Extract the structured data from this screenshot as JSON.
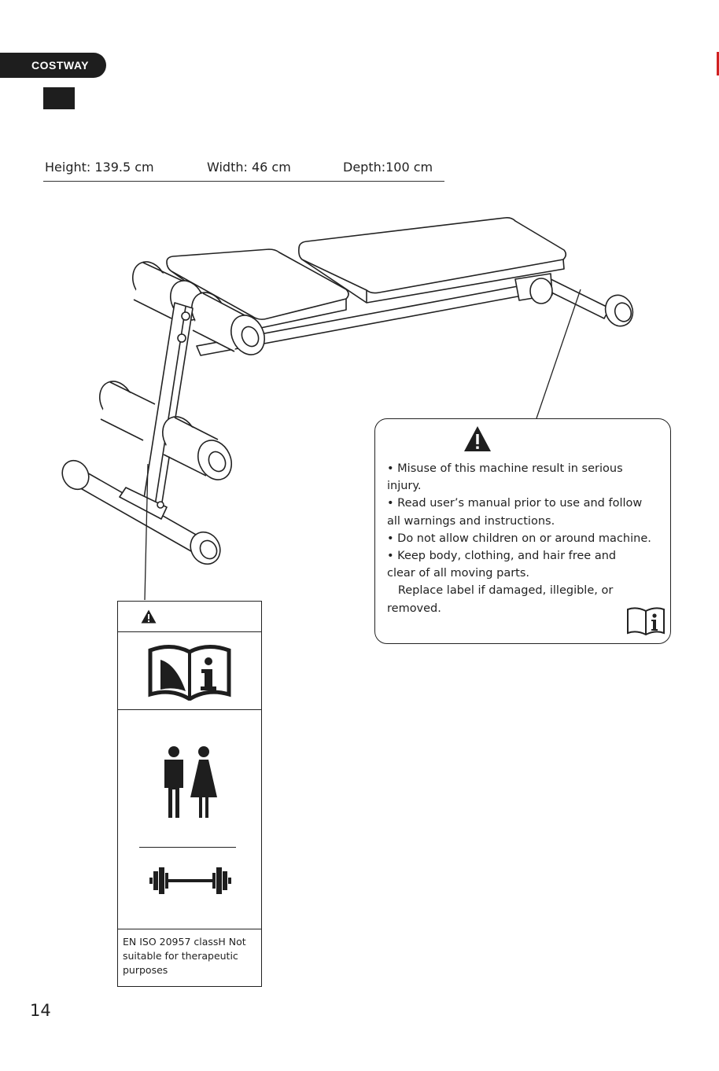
{
  "header": {
    "brand": "COSTWAY"
  },
  "dimensions": {
    "height": "Height: 139.5 cm",
    "width": "Width: 46 cm",
    "depth": "Depth:100 cm"
  },
  "warning_label": {
    "lines": [
      "• Misuse of this machine result in serious injury.",
      "• Read user’s manual prior to use and follow all warnings and instructions.",
      "• Do not allow children on or around machine.",
      "• Keep body, clothing, and hair free and clear of all moving parts.",
      "   Replace label if damaged, illegible, or removed."
    ]
  },
  "side_label": {
    "standard_text": "EN ISO 20957 classH Not suitable for therapeutic purposes"
  },
  "page_number": "14",
  "icons": [
    "warning-triangle-icon",
    "manual-info-icon",
    "user-pair-icon",
    "barbell-icon"
  ]
}
